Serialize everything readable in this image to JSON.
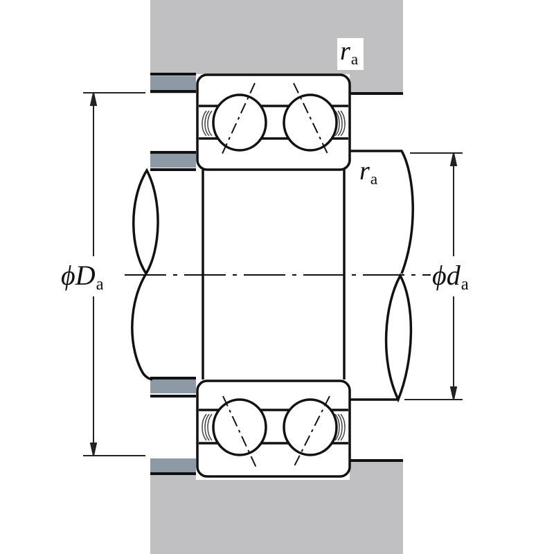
{
  "diagram": {
    "subject": "Double-row angular contact ball bearing mounting dimensions",
    "labels": {
      "ra_top": {
        "symbol": "r",
        "subscript": "a"
      },
      "ra_mid": {
        "symbol": "r",
        "subscript": "a"
      },
      "Da": {
        "prefix": "ϕ",
        "symbol": "D",
        "subscript": "a"
      },
      "da": {
        "prefix": "ϕ",
        "symbol": "d",
        "subscript": "a"
      }
    },
    "colors": {
      "housing": "#c0c0c2",
      "spacer": "#8e99a6",
      "line": "#111111",
      "background": "#ffffff"
    }
  }
}
